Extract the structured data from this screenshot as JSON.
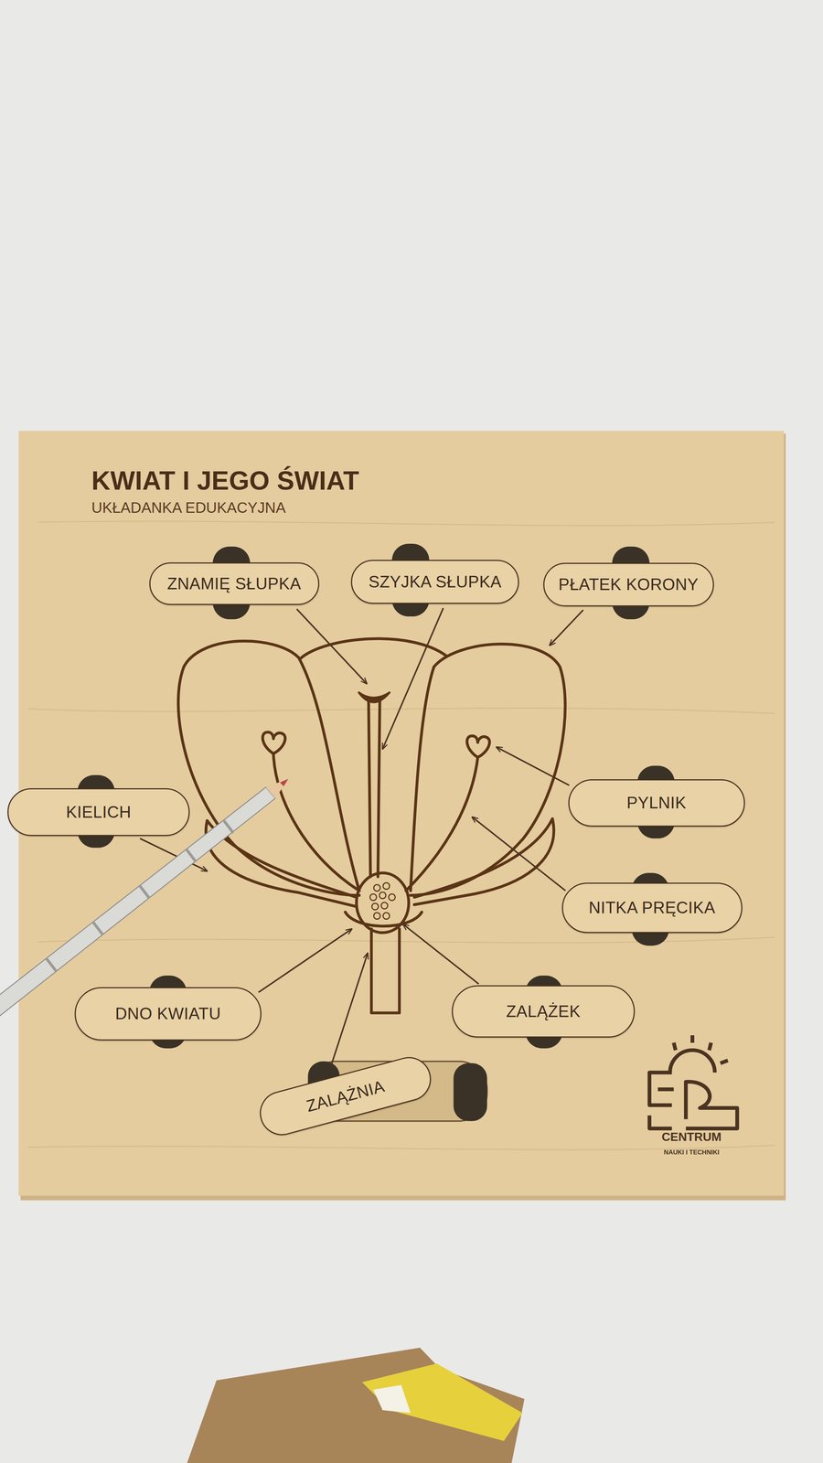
{
  "diagram": {
    "title": "KWIAT I JEGO ŚWIAT",
    "nodes": [
      {
        "text": [
          "ZNAMIĘ SŁUPKA"
        ]
      },
      {
        "text": [
          "SZYJKA SŁUPKA"
        ]
      },
      {
        "text": [
          "PŁATEK KORONY"
        ]
      },
      {
        "text": [
          "KIELICH"
        ]
      },
      {
        "text": [
          "PYLNIK"
        ]
      },
      {
        "text": [
          "NITKA PRĘCIKA"
        ]
      },
      {
        "text": [
          "DNO KWIATU"
        ]
      },
      {
        "text": [
          "ZALĄŻEK"
        ]
      },
      {
        "text": [
          "ZALĄŻNIA"
        ]
      }
    ],
    "labels": [
      "UKŁADANKA EDUKACYJNA",
      "CENTRUM",
      "NAUKI I TECHNIKI"
    ]
  }
}
